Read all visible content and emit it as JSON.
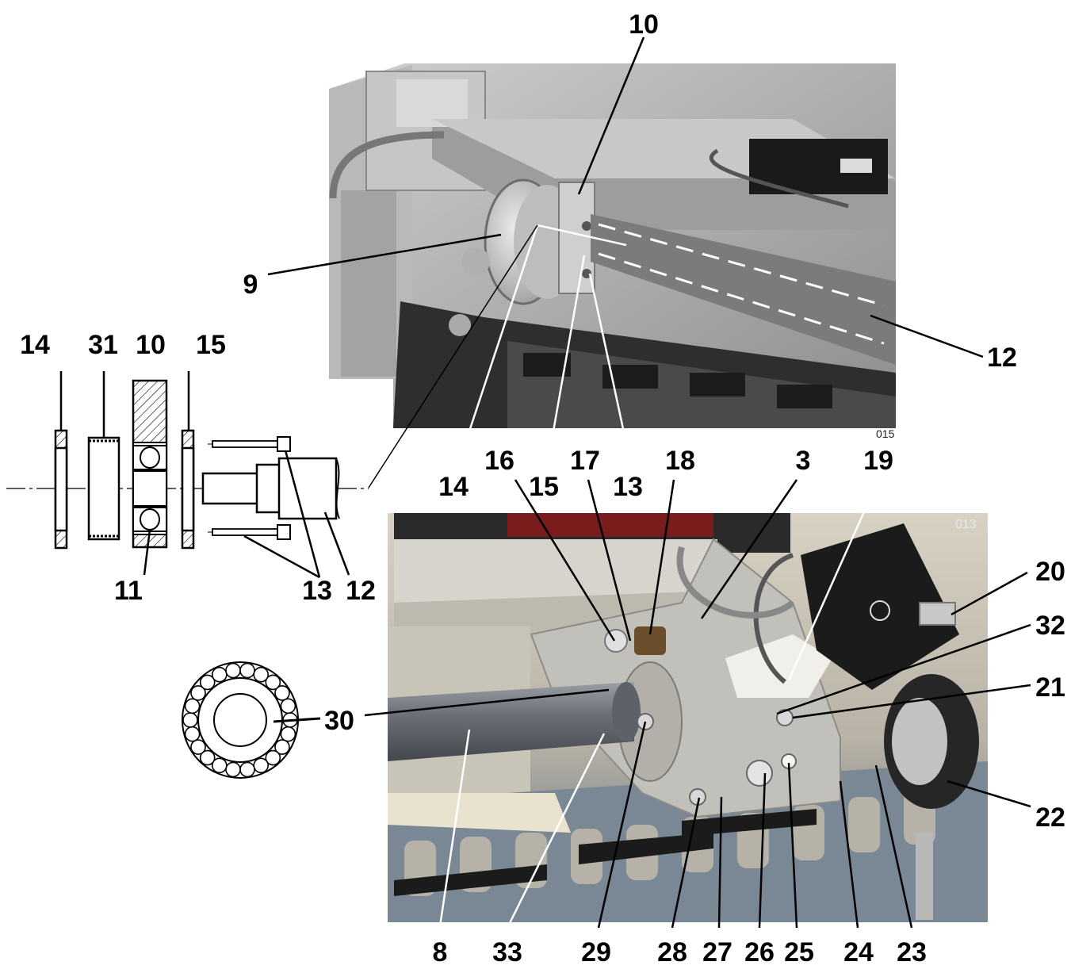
{
  "photos": {
    "top_photo_code": "015",
    "bottom_photo_code": "013"
  },
  "callouts": {
    "n3": "3",
    "n8": "8",
    "n9": "9",
    "n10": "10",
    "n11": "11",
    "n12": "12",
    "n13": "13",
    "n14": "14",
    "n15": "15",
    "n16": "16",
    "n17": "17",
    "n18": "18",
    "n19": "19",
    "n20": "20",
    "n21": "21",
    "n22": "22",
    "n23": "23",
    "n24": "24",
    "n25": "25",
    "n26": "26",
    "n27": "27",
    "n28": "28",
    "n29": "29",
    "n30": "30",
    "n31": "31",
    "n32": "32",
    "n33": "33"
  }
}
